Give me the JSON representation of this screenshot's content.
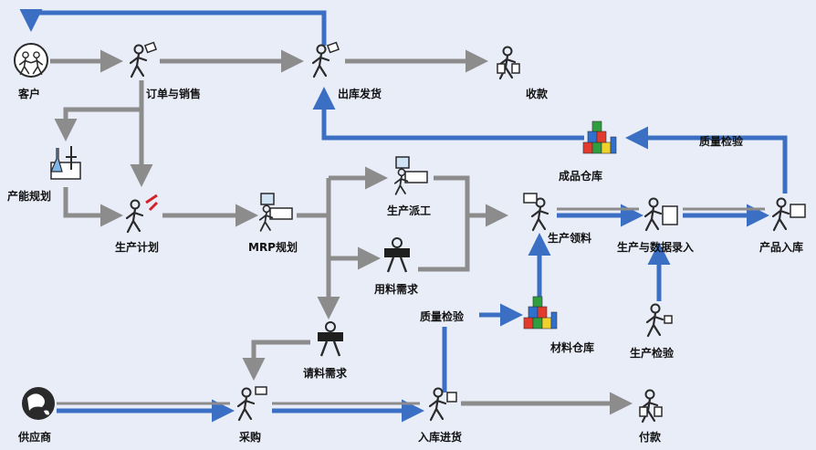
{
  "colors": {
    "background": "#e9edf8",
    "gray_flow": "#8c8c8c",
    "blue_flow": "#3a6fc4",
    "figure": "#2a2a2a"
  },
  "labels": {
    "customer": "客户",
    "order_sales": "订单与销售",
    "ship_out": "出库发货",
    "collect": "收款",
    "capacity_plan": "产能规划",
    "production_plan": "生产计划",
    "mrp_plan": "MRP规划",
    "dispatch": "生产派工",
    "material_demand": "用料需求",
    "purchase_request": "请料需求",
    "finished_warehouse": "成品仓库",
    "qc_finished": "质量检验",
    "material_pick": "生产领料",
    "prod_data_entry": "生产与数据录入",
    "product_stockin": "产品入库",
    "qc_incoming": "质量检验",
    "material_warehouse": "材料仓库",
    "prod_inspect": "生产检验",
    "supplier": "供应商",
    "purchase": "采购",
    "receiving": "入库进货",
    "payment": "付款"
  },
  "icons": {
    "customer": "handshake-icon",
    "order_sales": "running-person-icon",
    "ship_out": "running-person-icon",
    "collect": "person-with-bags-icon",
    "capacity_plan": "lab-flask-icon",
    "production_plan": "worker-with-flag-icon",
    "mrp_plan": "computer-desk-icon",
    "dispatch": "computer-desk-icon",
    "material_demand": "person-holding-sign-icon",
    "purchase_request": "person-holding-sign-icon",
    "finished_warehouse": "stacked-boxes-icon",
    "material_pick": "worker-carrying-icon",
    "prod_data_entry": "worker-at-machine-icon",
    "product_stockin": "worker-with-box-icon",
    "material_warehouse": "stacked-boxes-icon",
    "prod_inspect": "inspector-icon",
    "supplier": "globe-icon",
    "purchase": "person-with-phone-icon",
    "receiving": "worker-with-cart-icon",
    "payment": "person-with-bags-icon"
  }
}
